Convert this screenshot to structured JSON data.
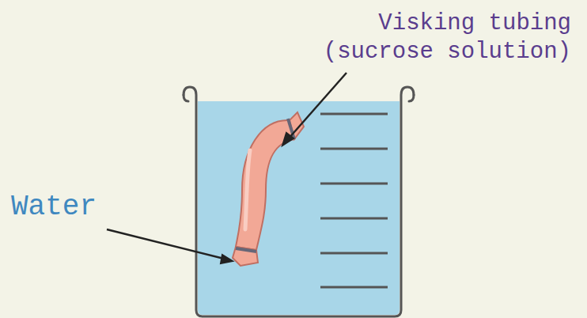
{
  "diagram": {
    "labels": [
      "Visking tubing",
      "(sucrose solution)",
      "Water"
    ]
  }
}
